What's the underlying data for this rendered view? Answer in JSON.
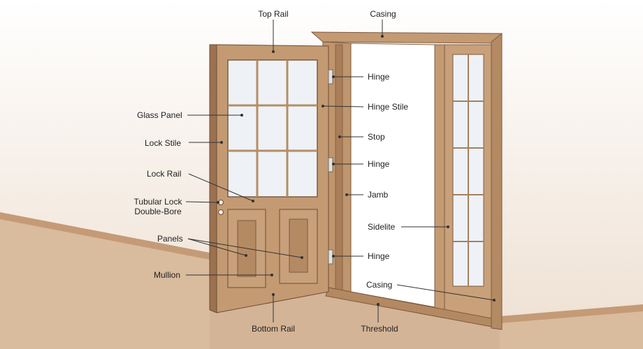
{
  "labels": {
    "top_rail": "Top Rail",
    "casing_top": "Casing",
    "hinge_1": "Hinge",
    "glass_panel": "Glass Panel",
    "hinge_stile": "Hinge Stile",
    "lock_stile": "Lock Stile",
    "stop": "Stop",
    "hinge_2": "Hinge",
    "lock_rail": "Lock Rail",
    "jamb": "Jamb",
    "tubular_lock_line1": "Tubular Lock",
    "tubular_lock_line2": "Double-Bore",
    "sidelite": "Sidelite",
    "panels": "Panels",
    "hinge_3": "Hinge",
    "mullion": "Mullion",
    "casing_bottom": "Casing",
    "bottom_rail": "Bottom Rail",
    "threshold": "Threshold"
  },
  "colors": {
    "wood": "#c39a72",
    "wood_dark": "#8a6245",
    "wood_light": "#d6b08a",
    "glass": "#eef2f6",
    "floor": "#d7b99c",
    "wall_shade": "#f1e6dc"
  }
}
